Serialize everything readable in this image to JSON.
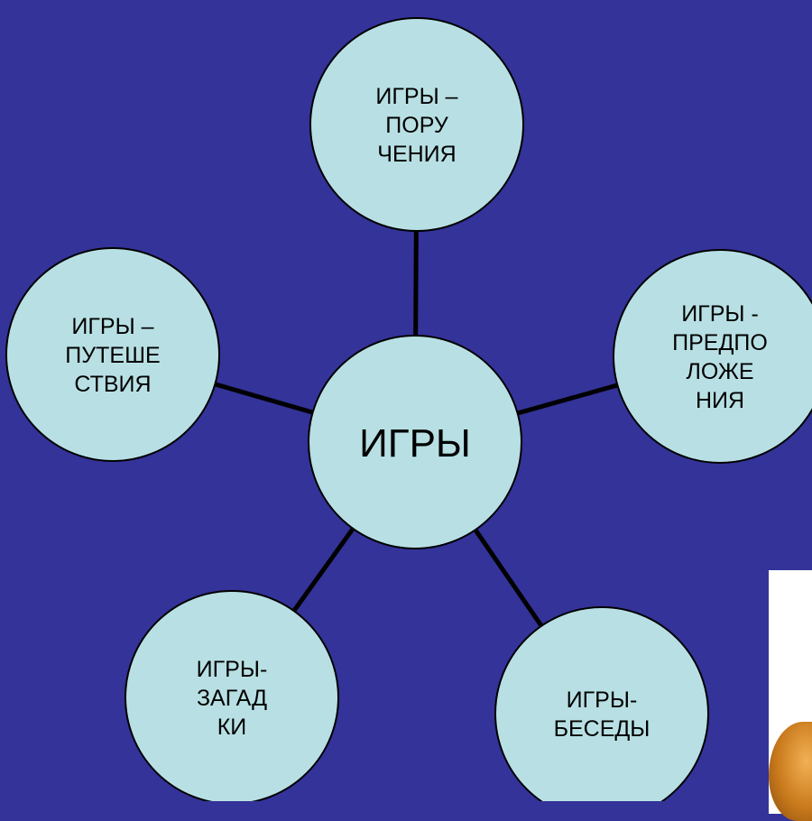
{
  "diagram": {
    "center": {
      "label": "ИГРЫ"
    },
    "nodes": [
      {
        "id": "top",
        "lines": [
          "ИГРЫ –",
          "ПОРУ",
          "ЧЕНИЯ"
        ]
      },
      {
        "id": "right",
        "lines": [
          "ИГРЫ -",
          "ПРЕДПО",
          "ЛОЖЕ",
          "НИЯ"
        ]
      },
      {
        "id": "bottom-right",
        "lines": [
          "ИГРЫ-",
          "БЕСЕДЫ"
        ]
      },
      {
        "id": "bottom-left",
        "lines": [
          "ИГРЫ-",
          "ЗАГАД",
          "КИ"
        ]
      },
      {
        "id": "left",
        "lines": [
          "ИГРЫ –",
          "ПУТЕШЕ",
          "СТВИЯ"
        ]
      }
    ]
  },
  "colors": {
    "background": "#333399",
    "node_fill": "#b8e0e4",
    "line": "#000000"
  }
}
